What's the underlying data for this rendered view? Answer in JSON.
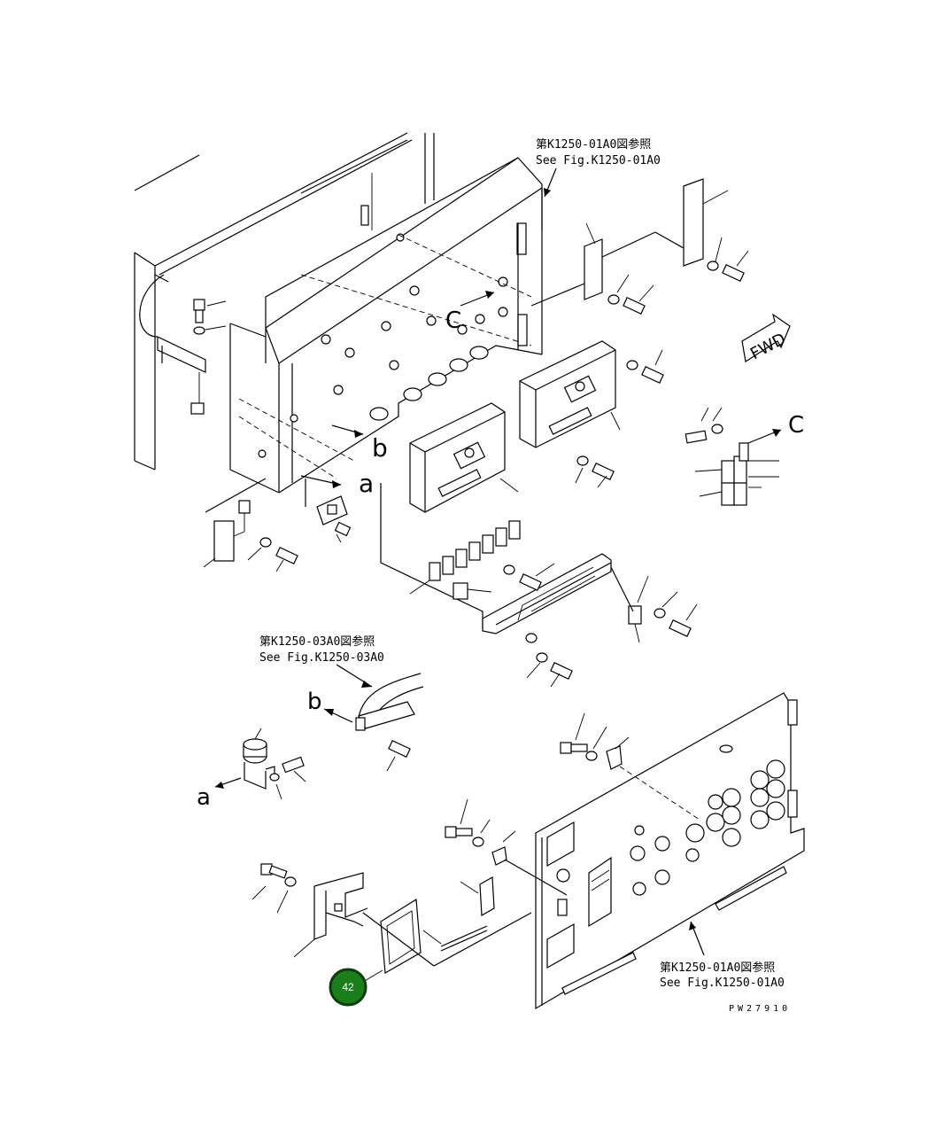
{
  "references": {
    "top_jp": "第K1250-01A0図参照",
    "top_en": "See Fig.K1250-01A0",
    "middle_jp": "第K1250-03A0図参照",
    "middle_en": "See Fig.K1250-03A0",
    "bottom_jp": "第K1250-01A0図参照",
    "bottom_en": "See Fig.K1250-01A0"
  },
  "view_letters": {
    "a_upper": "a",
    "a_lower": "a",
    "b_upper": "b",
    "b_lower": "b",
    "c_left": "C",
    "c_right": "C"
  },
  "direction_label": "FWD",
  "drawing_code": "PW27910",
  "callout": {
    "number": "42",
    "color": "#1a7f1a"
  }
}
